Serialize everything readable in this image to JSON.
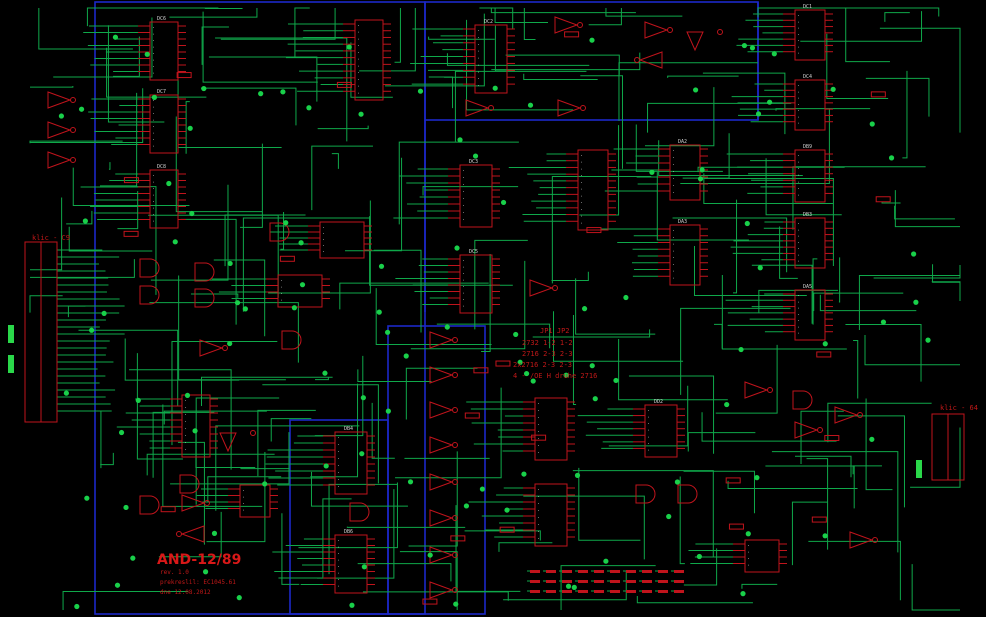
{
  "title_block": {
    "title": "AND-12/89",
    "rev": "rev. 1.0",
    "author": "prekreslil: EC1045.61",
    "date": "dne 12.08.2012"
  },
  "connectors": {
    "left": "klic - C9",
    "right": "klic - 64"
  },
  "jumper_table": [
    "JP1  JP2",
    "2732  1-2  1-2",
    "2716  2-3  2-3",
    "2x2716  2-3  2-3",
    "4 - /OE H druhe 2716"
  ],
  "ic_labels": [
    "DC6",
    "DC7",
    "DC8",
    "DC2",
    "DC3",
    "DC5",
    "DA2",
    "DA3",
    "DB4",
    "DB6",
    "DD2",
    "DC1",
    "DC4",
    "DB9",
    "DB3",
    "DA5",
    "DC2"
  ],
  "colors": {
    "background": "#000000",
    "wire": "#0fa84a",
    "component": "#c0141c",
    "frame": "#1c28c8",
    "junction": "#19d04a"
  }
}
